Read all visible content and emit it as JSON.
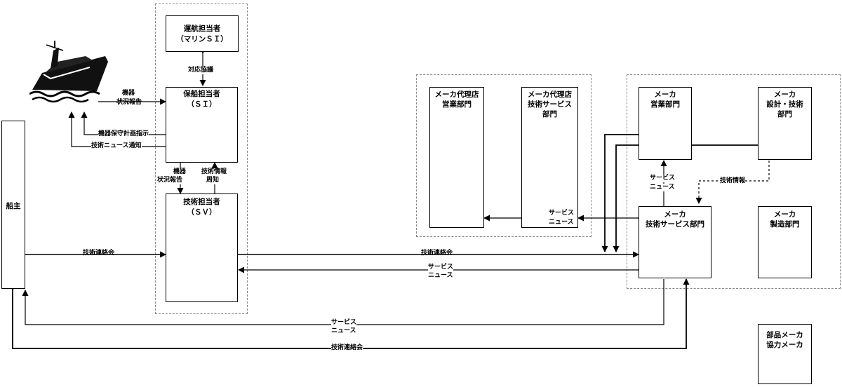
{
  "nodes": {
    "unko": {
      "line1": "運航担当者",
      "line2": "（マリンＳＩ）"
    },
    "hosen": {
      "line1": "保船担当者",
      "line2": "（ＳＩ）"
    },
    "gijutsu": {
      "line1": "技術担当者",
      "line2": "（ＳＶ）"
    },
    "senshu": {
      "line1": "船主"
    },
    "dairi_eigyo": {
      "line1": "メーカ代理店",
      "line2": "営業部門"
    },
    "dairi_gijutsu": {
      "line1": "メーカ代理店",
      "line2": "技術サービス",
      "line3": "部門"
    },
    "maker_eigyo": {
      "line1": "メーカ",
      "line2": "営業部門"
    },
    "maker_sekkei": {
      "line1": "メーカ",
      "line2": "設計・技術",
      "line3": "部門"
    },
    "maker_gijutsu": {
      "line1": "メーカ",
      "line2": "技術サービス部門"
    },
    "maker_seizo": {
      "line1": "メーカ",
      "line2": "製造部門"
    },
    "buhin": {
      "line1": "部品メーカ",
      "line2": "協力メーカ"
    }
  },
  "labels": {
    "taiou": "対応協議",
    "kiki_hokoku_a": "機器",
    "kiki_hokoku_b": "状況報告",
    "hoshu_keikaku": "機器保守計画指示",
    "news_tsuchi": "技術ニュース通知",
    "kiki2_a": "機器",
    "kiki2_b": "状況報告",
    "joho_a": "技術情報",
    "joho_b": "周知",
    "renraku_left": "技術連絡会",
    "renraku_mid": "技術連絡会",
    "service_mid_a": "サービス",
    "service_mid_b": "ニュース",
    "service_dairi_a": "サービス",
    "service_dairi_b": "ニュース",
    "service_maker_a": "サービス",
    "service_maker_b": "ニュース",
    "gijutsu_joho": "技術情報",
    "service_bottom_a": "サービス",
    "service_bottom_b": "ニュース",
    "renraku_bottom": "技術連絡会"
  }
}
